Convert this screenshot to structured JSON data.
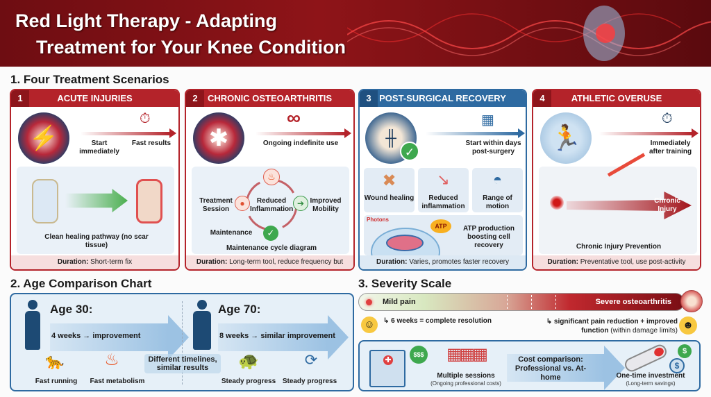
{
  "header": {
    "title_line1": "Red Light Therapy - Adapting",
    "title_line2": "Treatment for Your Knee Condition"
  },
  "section1": {
    "title": "1. Four Treatment Scenarios",
    "cards": [
      {
        "num": "1",
        "title": "ACUTE INJURIES",
        "label_a": "Start immediately",
        "label_b": "Fast results",
        "caption": "Clean healing pathway (no scar tissue)",
        "duration_label": "Duration:",
        "duration": "Short-term fix"
      },
      {
        "num": "2",
        "title": "CHRONIC OSTEOARTHRITIS",
        "label_a": "Ongoing indefinite use",
        "cycle": [
          "Treatment Session",
          "Reduced Inflammation",
          "Improved Mobility",
          "Maintenance"
        ],
        "caption": "Maintenance cycle diagram",
        "duration_label": "Duration:",
        "duration": "Long-term tool, reduce frequency but continue"
      },
      {
        "num": "3",
        "title": "POST-SURGICAL RECOVERY",
        "label_a": "Start within days post-surgery",
        "benefits": [
          "Wound healing",
          "Reduced inflammation",
          "Range of motion"
        ],
        "photons": "Photons",
        "atp": "ATP",
        "caption": "ATP production boosting cell recovery",
        "duration_label": "Duration:",
        "duration": "Varies, promotes faster recovery"
      },
      {
        "num": "4",
        "title": "ATHLETIC OVERUSE",
        "label_a": "Immediately after training",
        "arrow_label": "Chronic Injury",
        "caption": "Chronic Injury Prevention",
        "duration_label": "Duration:",
        "duration": "Preventative tool, use post-activity"
      }
    ]
  },
  "section2": {
    "title": "2. Age Comparison Chart",
    "young": {
      "age": "Age 30:",
      "timeline": "4 weeks → improvement",
      "traits": [
        "Fast running",
        "Fast metabolism"
      ]
    },
    "old": {
      "age": "Age 70:",
      "timeline": "8 weeks → similar improvement",
      "traits": [
        "Steady progress",
        "Steady progress"
      ]
    },
    "center": "Different timelines, similar results"
  },
  "section3": {
    "title": "3. Severity Scale",
    "mild": "Mild pain",
    "severe": "Severe osteoarthritis",
    "mild_note": "6 weeks = complete resolution",
    "severe_note_bold": "significant pain reduction + improved function",
    "severe_note_light": "(within damage limits)",
    "cost": {
      "professional_price": "$$$",
      "professional": "Multiple sessions",
      "professional_sub": "(Ongoing professional costs)",
      "comparison": "Cost comparison: Professional vs. At-home",
      "home": "One-time investment",
      "home_sub": "(Long-term savings)",
      "home_price": "$"
    }
  },
  "colors": {
    "red": "#b4232a",
    "blue": "#2e6aa1",
    "dark_red": "#6e0d12"
  }
}
